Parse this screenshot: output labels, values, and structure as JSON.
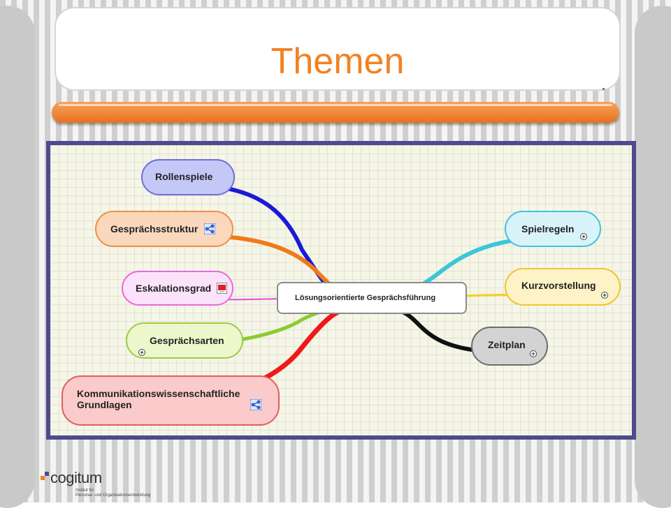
{
  "slide": {
    "title": "Themen"
  },
  "mindmap": {
    "center": "Lösungsorientierte Gesprächsführung",
    "nodes": {
      "rollenspiele": "Rollenspiele",
      "gespraechsstruktur": "Gesprächsstruktur",
      "eskalationsgrad": "Eskalationsgrad",
      "gespraechsarten": "Gesprächsarten",
      "kommunikation_line1": "Kommunikationswissenschaftliche",
      "kommunikation_line2": "Grundlagen",
      "spielregeln": "Spielregeln",
      "kurzvorstellung": "Kurzvorstellung",
      "zeitplan": "Zeitplan"
    },
    "colors": {
      "rollenspiele": "#1a1ad8",
      "gespraechsstruktur": "#f07a1a",
      "eskalationsgrad": "#e04fd8",
      "gespraechsarten": "#8ccb2e",
      "kommunikation": "#f01818",
      "spielregeln": "#3cc6d8",
      "kurzvorstellung": "#f5cf1e",
      "zeitplan": "#111111"
    },
    "icons": {
      "link": "link-share-icon",
      "pdf": "pdf-document-icon",
      "expand": "expand-plus-icon"
    }
  },
  "logo": {
    "name": "cogitum",
    "sub_line1": "Institut für",
    "sub_line2": "Personal- und Organisationsentwicklung"
  }
}
